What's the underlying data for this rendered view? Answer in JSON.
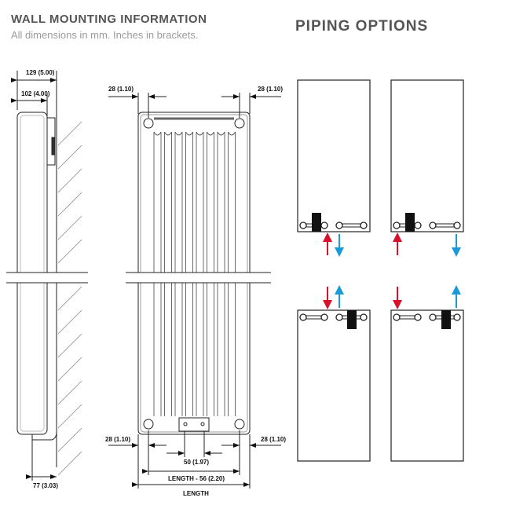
{
  "header": {
    "title": "WALL MOUNTING INFORMATION",
    "subtitle": "All dimensions in mm. Inches in brackets.",
    "piping_title": "PIPING OPTIONS"
  },
  "side_view": {
    "dim_depth_total": "129 (5.00)",
    "dim_depth_body": "102 (4.00)",
    "dim_bottom_offset": "77 (3.03)"
  },
  "front_view": {
    "dim_top_left": "28 (1.10)",
    "dim_top_right": "28 (1.10)",
    "dim_bottom_left": "28 (1.10)",
    "dim_bottom_right": "28 (1.10)",
    "dim_valve_spacing": "50 (1.97)",
    "dim_bracket_span": "LENGTH - 56 (2.20)",
    "dim_length": "LENGTH"
  },
  "colors": {
    "flow": "#d9102a",
    "return": "#1a9ad6",
    "line": "#222222"
  },
  "piping_options": [
    {
      "position": "bottom",
      "valve": "left",
      "flow_side": "left-inner",
      "return_side": "inner"
    },
    {
      "position": "bottom",
      "valve": "left",
      "flow_side": "left-outer",
      "return_side": "right-outer"
    },
    {
      "position": "top",
      "valve": "right",
      "flow_side": "inner",
      "return_side": "inner"
    },
    {
      "position": "top",
      "valve": "right",
      "flow_side": "left-outer",
      "return_side": "right-outer"
    }
  ]
}
